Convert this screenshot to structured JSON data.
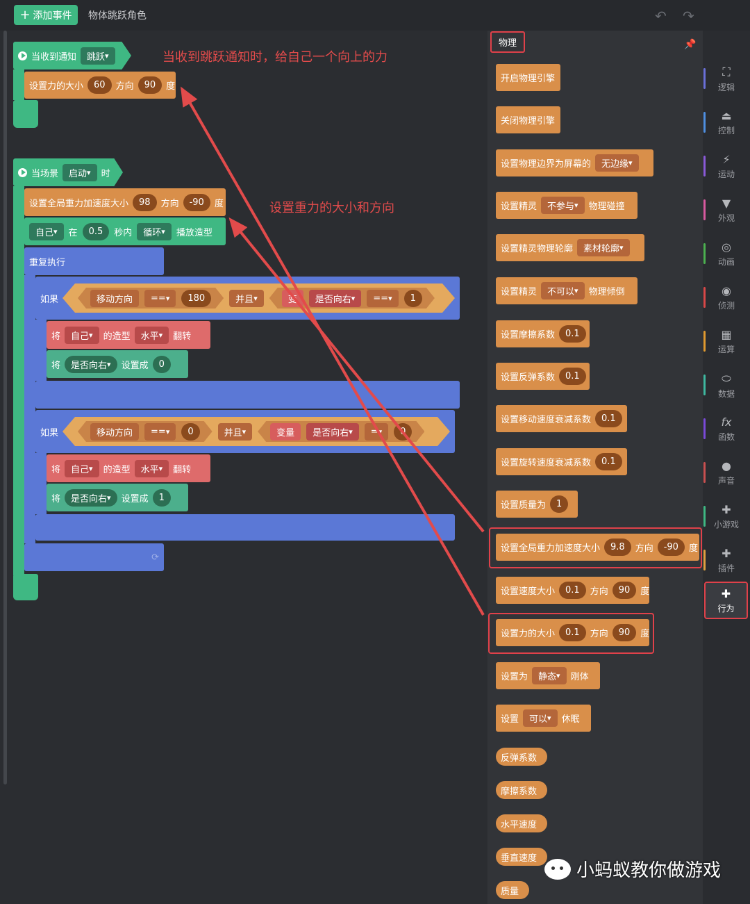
{
  "topbar": {
    "add_event": "添加事件",
    "char_name": "物体跳跃角色",
    "undo": "↶",
    "redo": "↷"
  },
  "ws": {
    "ev1": {
      "label": "当收到通知",
      "value": "跳跃"
    },
    "set_force": {
      "a": "设置力的大小",
      "size": "60",
      "b": "方向",
      "dir": "90",
      "c": "度"
    },
    "ev2": {
      "a": "当场景",
      "value": "启动",
      "b": "时"
    },
    "gravity": {
      "a": "设置全局重力加速度大小",
      "size": "98",
      "b": "方向",
      "dir": "-90",
      "c": "度"
    },
    "anim": {
      "self": "自己",
      "in": "在",
      "sec": "0.5",
      "secin": "秒内",
      "loop": "循环",
      "play": "播放造型"
    },
    "repeat": "重复执行",
    "if1": {
      "if": "如果",
      "move": "移动方向",
      "op": "==",
      "v": "180",
      "and": "并且",
      "var": "变",
      "isright": "是否向右",
      "op2": "==",
      "v2": "1"
    },
    "flip1": {
      "jiang": "将",
      "self": "自己",
      "shape": "的造型",
      "horiz": "水平",
      "flip": "翻转"
    },
    "set1": {
      "jiang": "将",
      "isright": "是否向右",
      "setto": "设置成",
      "val": "0"
    },
    "if2": {
      "if": "如果",
      "move": "移动方向",
      "op": "==",
      "v": "0",
      "and": "并且",
      "var": "变量",
      "isright": "是否向右",
      "op2": "=",
      "v2": "0"
    },
    "flip2": {
      "jiang": "将",
      "self": "自己",
      "shape": "的造型",
      "horiz": "水平",
      "flip": "翻转"
    },
    "set2": {
      "jiang": "将",
      "isright": "是否向右",
      "setto": "设置成",
      "val": "1"
    }
  },
  "annotations": {
    "a1": "当收到跳跃通知时，给自己一个向上的力",
    "a2": "设置重力的大小和方向"
  },
  "palette": {
    "tab": "物理",
    "b1": "开启物理引擎",
    "b2": "关闭物理引擎",
    "b3": {
      "a": "设置物理边界为屏幕的",
      "v": "无边缘"
    },
    "b4": {
      "a": "设置精灵",
      "v": "不参与",
      "b": "物理碰撞"
    },
    "b5": {
      "a": "设置精灵物理轮廓",
      "v": "素材轮廓"
    },
    "b6": {
      "a": "设置精灵",
      "v": "不可以",
      "b": "物理倾倒"
    },
    "b7": {
      "a": "设置摩擦系数",
      "v": "0.1"
    },
    "b8": {
      "a": "设置反弹系数",
      "v": "0.1"
    },
    "b9": {
      "a": "设置移动速度衰减系数",
      "v": "0.1"
    },
    "b10": {
      "a": "设置旋转速度衰减系数",
      "v": "0.1"
    },
    "b11": {
      "a": "设置质量为",
      "v": "1"
    },
    "b12": {
      "a": "设置全局重力加速度大小",
      "v": "9.8",
      "b": "方向",
      "d": "-90",
      "c": "度"
    },
    "b13": {
      "a": "设置速度大小",
      "v": "0.1",
      "b": "方向",
      "d": "90",
      "c": "度"
    },
    "b14": {
      "a": "设置力的大小",
      "v": "0.1",
      "b": "方向",
      "d": "90",
      "c": "度"
    },
    "b15": {
      "a": "设置为",
      "v": "静态",
      "b": "刚体"
    },
    "b16": {
      "a": "设置",
      "v": "可以",
      "b": "休眠"
    },
    "r1": "反弹系数",
    "r2": "摩擦系数",
    "r3": "水平速度",
    "r4": "垂直速度",
    "r5": "质量"
  },
  "sidebar": {
    "c1": "逻辑",
    "c2": "控制",
    "c3": "运动",
    "c4": "外观",
    "c5": "动画",
    "c6": "侦测",
    "c7": "运算",
    "c8": "数据",
    "c9": "函数",
    "c10": "声音",
    "c11": "小游戏",
    "c12": "插件",
    "c13": "行为"
  },
  "watermark": "小蚂蚁教你做游戏",
  "colors": {
    "event": "#3fb883",
    "physics": "#d98f4a",
    "control": "#5b78d6",
    "logic": "#e4a95e",
    "data": "#4caf8c",
    "appearance": "#de6b6b",
    "annotation": "#e24b4b"
  }
}
